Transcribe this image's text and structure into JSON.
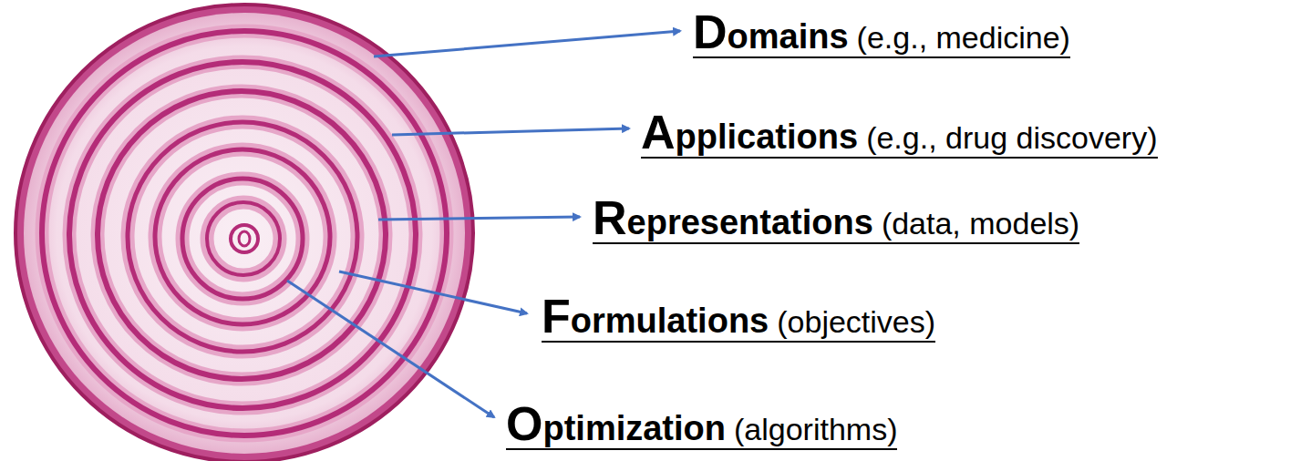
{
  "diagram": {
    "labels": [
      "Domains",
      "(e.g., medicine)",
      "Applications",
      "(e.g., drug discovery)",
      "Representations",
      "(data, models)",
      "Formulations",
      "(objectives)",
      "Optimization",
      "(algorithms)"
    ]
  }
}
